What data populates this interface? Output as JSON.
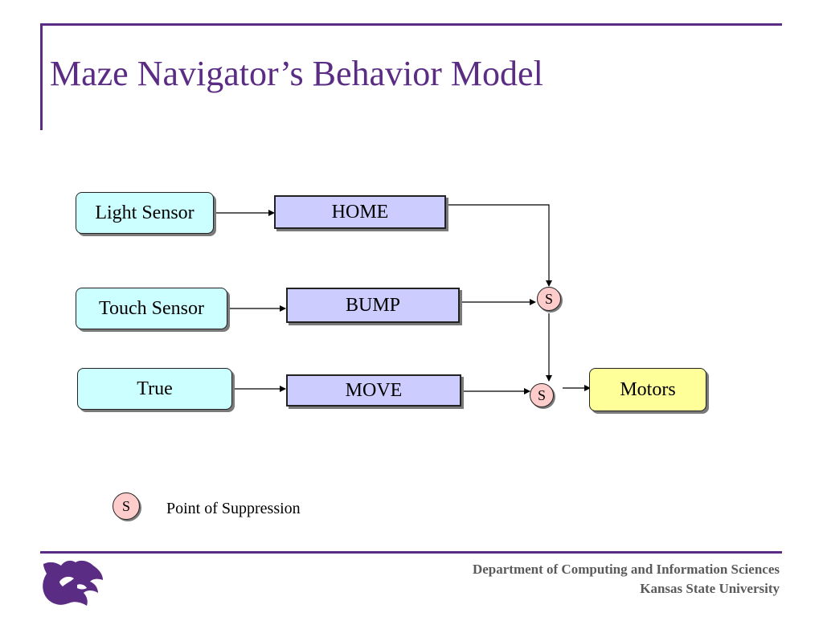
{
  "slide": {
    "title": "Maze Navigator’s Behavior Model",
    "accent_color": "#5b2c83"
  },
  "diagram": {
    "sensors": {
      "light": "Light Sensor",
      "touch": "Touch Sensor",
      "true": "True"
    },
    "behaviors": {
      "home": "HOME",
      "bump": "BUMP",
      "move": "MOVE"
    },
    "motors": "Motors",
    "suppression_label": "S"
  },
  "legend": {
    "symbol": "S",
    "text": "Point of Suppression"
  },
  "footer": {
    "department": "Department of Computing and Information Sciences",
    "university": "Kansas State University",
    "logo_icon": "wildcat-logo-icon"
  },
  "colors": {
    "sensor_fill": "#ccffff",
    "behavior_fill": "#ccccff",
    "motors_fill": "#ffff99",
    "suppression_fill": "#ffcccc"
  }
}
